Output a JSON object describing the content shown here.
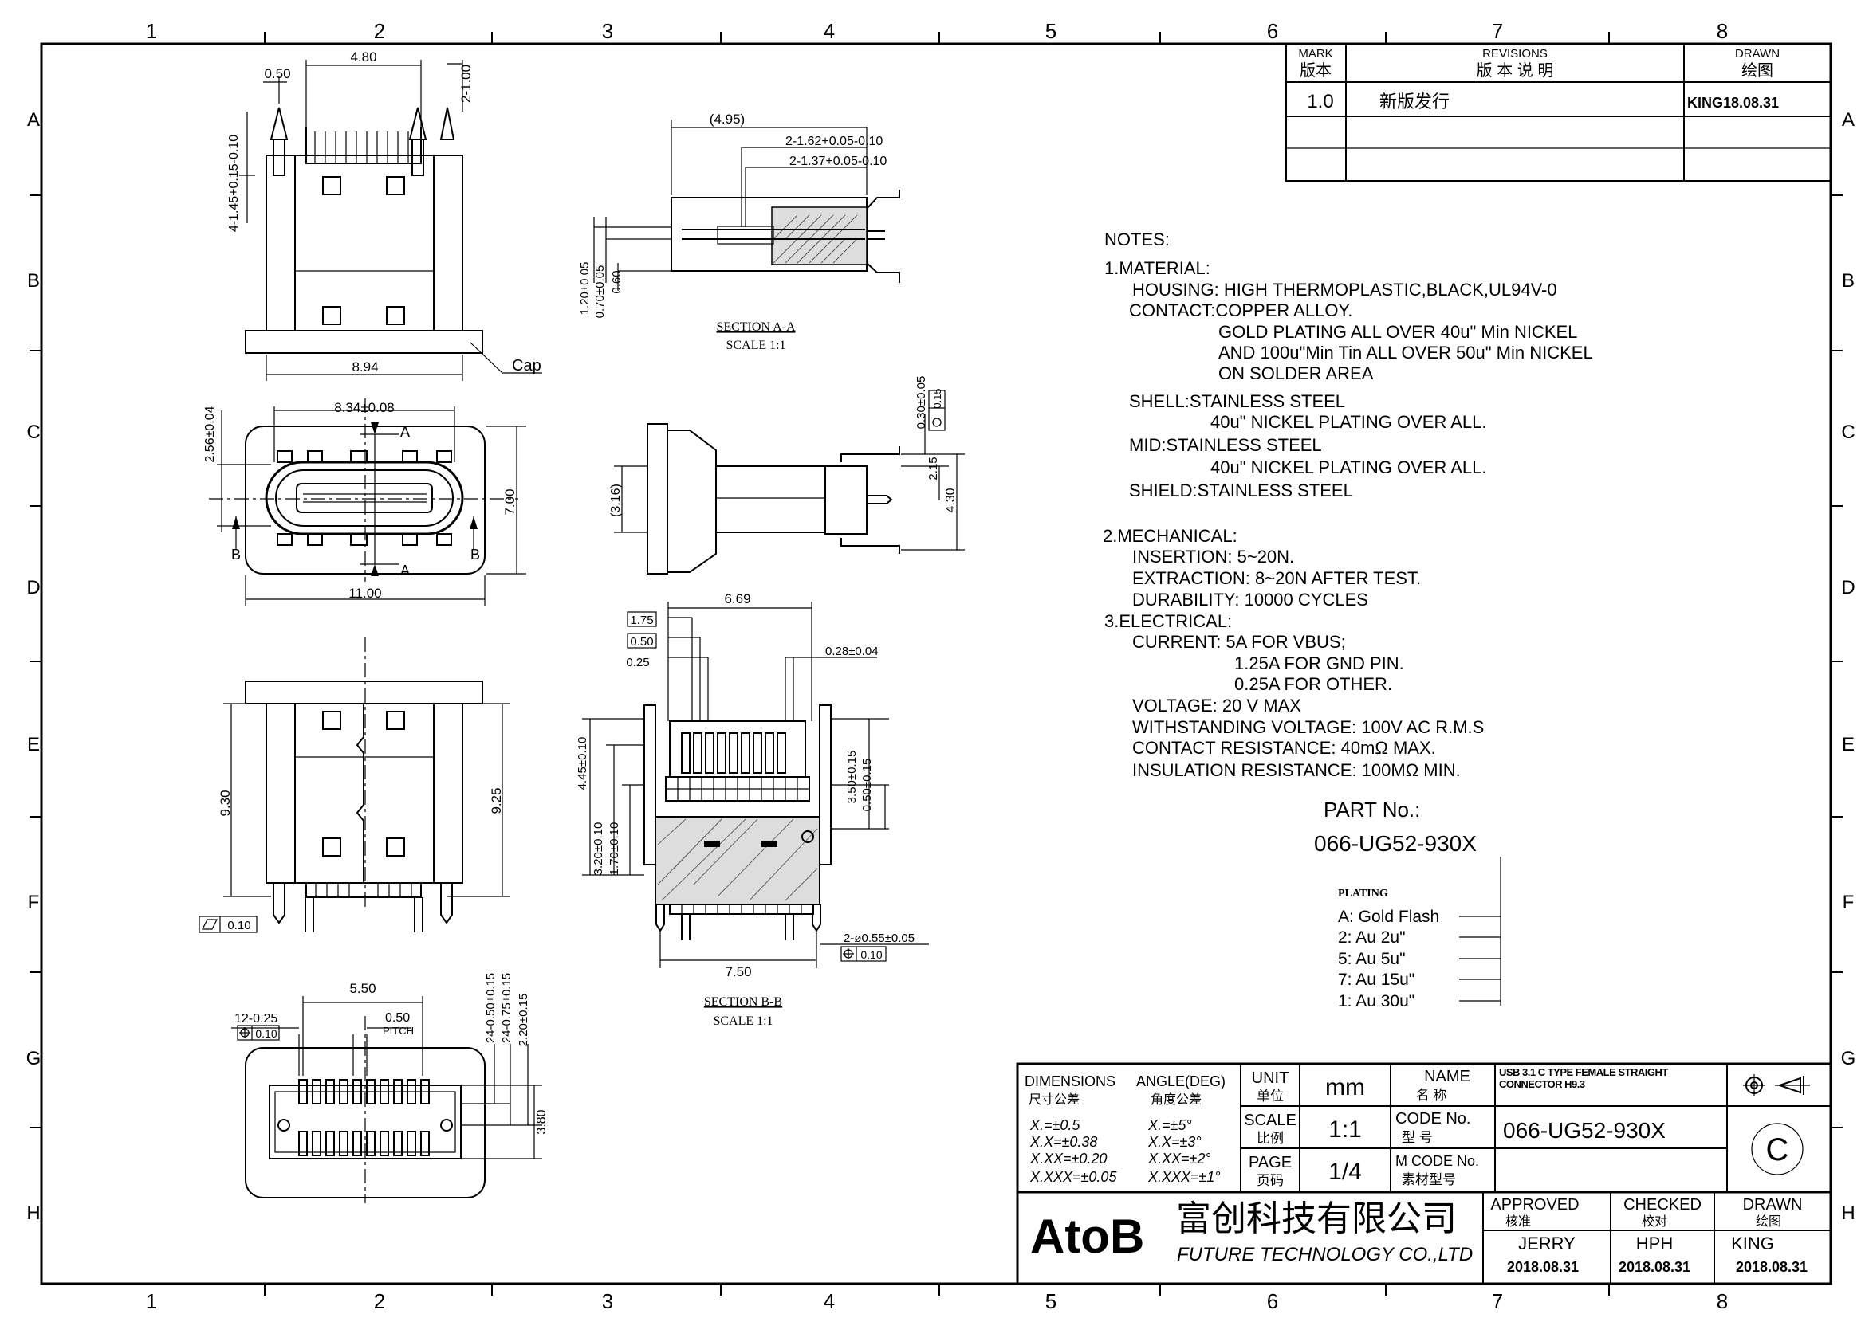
{
  "grid": {
    "columns": [
      "1",
      "2",
      "3",
      "4",
      "5",
      "6",
      "7",
      "8"
    ],
    "rows": [
      "A",
      "B",
      "C",
      "D",
      "E",
      "F",
      "G",
      "H"
    ]
  },
  "revisions": {
    "mark_en": "MARK",
    "mark_cn": "版本",
    "revisions_en": "REVISIONS",
    "revisions_cn": "版  本  说  明",
    "drawn_en": "DRAWN",
    "drawn_cn": "绘图",
    "row1_mark": "1.0",
    "row1_desc": "新版发行",
    "row1_drawn": "KING18.08.31"
  },
  "notes": {
    "heading": "NOTES:",
    "lines": [
      "1.MATERIAL:",
      "HOUSING:  HIGH  THERMOPLASTIC,BLACK,UL94V-0",
      "CONTACT:COPPER  ALLOY.",
      "GOLD  PLATING  ALL  OVER  40u\"  Min  NICKEL",
      "AND  100u\"Min  Tin  ALL  OVER  50u\"  Min  NICKEL",
      "ON  SOLDER  AREA",
      "SHELL:STAINLESS  STEEL",
      "40u\"  NICKEL  PLATING  OVER  ALL.",
      "MID:STAINLESS  STEEL",
      "40u\"  NICKEL  PLATING  OVER  ALL.",
      "SHIELD:STAINLESS  STEEL",
      "2.MECHANICAL:",
      "INSERTION:  5~20N.",
      "EXTRACTION:  8~20N  AFTER  TEST.",
      "DURABILITY:  10000  CYCLES",
      "3.ELECTRICAL:",
      "CURRENT:  5A  FOR  VBUS;",
      "1.25A  FOR  GND  PIN.",
      "0.25A  FOR  OTHER.",
      "VOLTAGE:  20  V  MAX",
      "WITHSTANDING  VOLTAGE:  100V  AC  R.M.S",
      "CONTACT  RESISTANCE:  40mΩ  MAX.",
      "INSULATION  RESISTANCE:  100MΩ  MIN."
    ]
  },
  "part": {
    "label": "PART  No.:",
    "number": "066-UG52-930X",
    "plating_heading": "PLATING",
    "plating_options": [
      "A:  Gold  Flash",
      "2:  Au  2u\"",
      "5:  Au  5u\"",
      "7:  Au  15u\"",
      "1:  Au  30u\""
    ]
  },
  "title_block": {
    "dimensions_en": "DIMENSIONS",
    "dimensions_cn": "尺寸公差",
    "angle_en": "ANGLE(DEG)",
    "angle_cn": "角度公差",
    "tol": [
      "X.=±0.5",
      "X.X=±0.38",
      "X.XX=±0.20",
      "X.XXX=±0.05"
    ],
    "ang": [
      "X.=±5°",
      "X.X=±3°",
      "X.XX=±2°",
      "X.XXX=±1°"
    ],
    "unit_en": "UNIT",
    "unit_cn": "单位",
    "unit_val": "mm",
    "scale_en": "SCALE",
    "scale_cn": "比例",
    "scale_val": "1:1",
    "page_en": "PAGE",
    "page_cn": "页码",
    "page_val": "1/4",
    "name_en": "NAME",
    "name_cn": "名    称",
    "name_val": "USB 3.1 C TYPE FEMALE STRAIGHT CONNECTOR H9.3",
    "code_en": "CODE  No.",
    "code_cn": "型    号",
    "code_val": "066-UG52-930X",
    "mcode_en": "M  CODE  No.",
    "mcode_cn": "素材型号",
    "copyright": "C",
    "logo": "AtoB",
    "company_cn": "富创科技有限公司",
    "company_en": "FUTURE  TECHNOLOGY  CO.,LTD",
    "approved_en": "APPROVED",
    "approved_cn": "核准",
    "approved_by": "JERRY",
    "approved_date": "2018.08.31",
    "checked_en": "CHECKED",
    "checked_cn": "校对",
    "checked_by": "HPH",
    "checked_date": "2018.08.31",
    "drawn_en": "DRAWN",
    "drawn_cn": "绘图",
    "drawn_by": "KING",
    "drawn_date": "2018.08.31"
  },
  "views": {
    "top": {
      "d1": "4.80",
      "d2": "0.50",
      "d3": "2-1.00",
      "d4": "4-1.45+0.15-0.10",
      "d5": "8.94",
      "cap": "Cap"
    },
    "front": {
      "d1": "8.34±0.08",
      "d2": "2.56±0.04",
      "d3": "7.00",
      "d4": "11.00",
      "a": "A",
      "b": "B"
    },
    "side_lower": {
      "d1": "9.30",
      "d2": "9.25",
      "flat": "0.10"
    },
    "bottom": {
      "d1": "5.50",
      "d2": "12-0.25",
      "d3": "0.10",
      "d4": "0.50",
      "pitch": "PITCH",
      "d5": "24-0.50±0.15",
      "d6": "24-0.75±0.15",
      "d7": "2.20±0.15",
      "d8": "3.80"
    },
    "section_a": {
      "d1": "(4.95)",
      "d2": "2-1.62+0.05-0.10",
      "d3": "2-1.37+0.05-0.10",
      "d4": "1.20±0.05",
      "d5": "0.70±0.05",
      "d6": "0.60",
      "title": "SECTION  A-A",
      "scale": "SCALE  1:1"
    },
    "side_mid": {
      "d1": "0.30±0.05",
      "d2": "0.15",
      "d3": "(3.16)",
      "d4": "2.15",
      "d5": "4.30"
    },
    "section_b": {
      "d1": "6.69",
      "d2": "1.75",
      "d3": "0.50",
      "d4": "0.25",
      "d5": "0.28±0.04",
      "d6": "4.45±0.10",
      "d7": "3.50±0.15",
      "d8": "0.50±0.15",
      "d9": "3.20±0.10",
      "d10": "1.70±0.10",
      "d11": "2-ø0.55±0.05",
      "d12": "0.10",
      "d13": "7.50",
      "title": "SECTION  B-B",
      "scale": "SCALE  1:1"
    }
  }
}
